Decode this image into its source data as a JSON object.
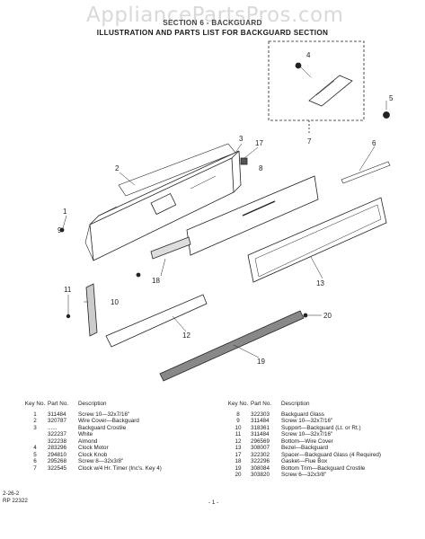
{
  "watermark": "AppliancePartsPros.com",
  "header": {
    "line1": "SECTION 6 - BACKGUARD",
    "line2": "ILLUSTRATION AND PARTS LIST FOR BACKGUARD SECTION"
  },
  "callouts": [
    "1",
    "2",
    "3",
    "4",
    "5",
    "6",
    "7",
    "8",
    "9",
    "10",
    "11",
    "12",
    "13",
    "17",
    "18",
    "19",
    "20"
  ],
  "table_headers": {
    "key_no": "Key No.",
    "part_no": "Part No.",
    "description": "Description"
  },
  "parts_left": [
    {
      "key": "1",
      "part": "311484",
      "desc": "Screw 10—32x7/16\""
    },
    {
      "key": "2",
      "part": "320787",
      "desc": "Wire Cover—Backguard"
    },
    {
      "key": "3",
      "part": "......",
      "desc": "Backguard Crostile"
    },
    {
      "key": "",
      "part": "322237",
      "desc": "   White"
    },
    {
      "key": "",
      "part": "322238",
      "desc": "   Almond"
    },
    {
      "key": "4",
      "part": "283296",
      "desc": "Clock Motor"
    },
    {
      "key": "5",
      "part": "294810",
      "desc": "Clock Knob"
    },
    {
      "key": "6",
      "part": "295268",
      "desc": "Screw 8—32x3/8\""
    },
    {
      "key": "7",
      "part": "322545",
      "desc": "Clock w/4 Hr. Timer (Inc's. Key 4)"
    }
  ],
  "parts_right": [
    {
      "key": "8",
      "part": "322303",
      "desc": "Backguard Glass"
    },
    {
      "key": "9",
      "part": "311484",
      "desc": "Screw 10—32x7/16\""
    },
    {
      "key": "10",
      "part": "318361",
      "desc": "Support—Backguard (Lt. or Rt.)"
    },
    {
      "key": "11",
      "part": "311484",
      "desc": "Screw 10—32x7/16\""
    },
    {
      "key": "12",
      "part": "296569",
      "desc": "Bottom—Wire Cover"
    },
    {
      "key": "13",
      "part": "308007",
      "desc": "Bezel—Backguard"
    },
    {
      "key": "17",
      "part": "322302",
      "desc": "Spacer—Backguard Glass (4 Required)"
    },
    {
      "key": "18",
      "part": "322296",
      "desc": "Gasket—Flue Box"
    },
    {
      "key": "19",
      "part": "308084",
      "desc": "Bottom Trim—Backguard Crostile"
    },
    {
      "key": "20",
      "part": "303820",
      "desc": "Screw 6—32x3/8\""
    }
  ],
  "footer": {
    "date": "2-26-2",
    "rp": "RP 22322",
    "page": "- 1 -"
  }
}
